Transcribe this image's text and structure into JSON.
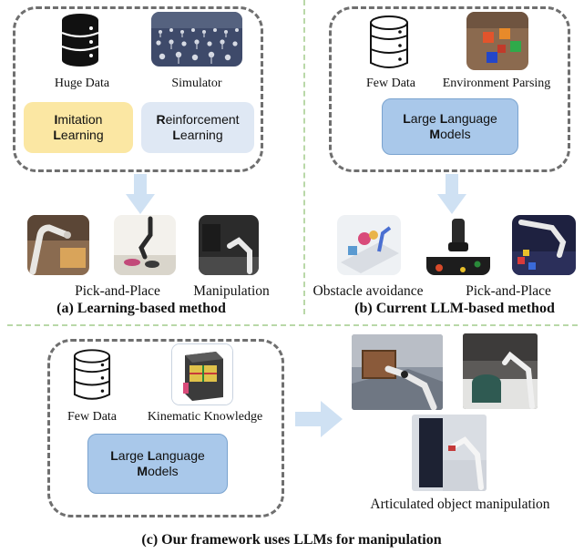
{
  "panel_a": {
    "huge_data": "Huge Data",
    "simulator": "Simulator",
    "imitation": {
      "initial_1": "I",
      "rest_1": "mitation",
      "initial_2": "L",
      "rest_2": "earning"
    },
    "reinforcement": {
      "initial_1": "R",
      "rest_1": "einforcement",
      "initial_2": "L",
      "rest_2": "earning"
    },
    "result_labels": [
      "Pick-and-Place",
      "Manipulation"
    ],
    "caption": "(a) Learning-based method"
  },
  "panel_b": {
    "few_data": "Few Data",
    "environment_parsing": "Environment Parsing",
    "llm": {
      "initial_1": "L",
      "rest_1": "arge ",
      "initial_2": "L",
      "rest_2": "anguage",
      "initial_3": "M",
      "rest_3": "odels"
    },
    "result_labels": [
      "Obstacle avoidance",
      "Pick-and-Place"
    ],
    "caption": "(b) Current LLM-based method"
  },
  "panel_c": {
    "few_data": "Few Data",
    "kinematic_knowledge": "Kinematic Knowledge",
    "llm": {
      "initial_1": "L",
      "rest_1": "arge ",
      "initial_2": "L",
      "rest_2": "anguage",
      "initial_3": "M",
      "rest_3": "odels"
    },
    "result_label": "Articulated object manipulation",
    "caption": "(c) Our framework uses LLMs for manipulation"
  },
  "colors": {
    "imitation_box": "#fbe7a3",
    "reinforcement_box": "#dfe8f4",
    "llm_box": "#a9c8ea",
    "arrow": "#cfe1f3",
    "separator": "#b9d8a8",
    "dashed_border": "#6f6f6f"
  },
  "icons": [
    "database-icon-filled",
    "database-icon-outline",
    "robot-simulator-image",
    "color-blocks-image",
    "kinematic-cabinet-image"
  ]
}
